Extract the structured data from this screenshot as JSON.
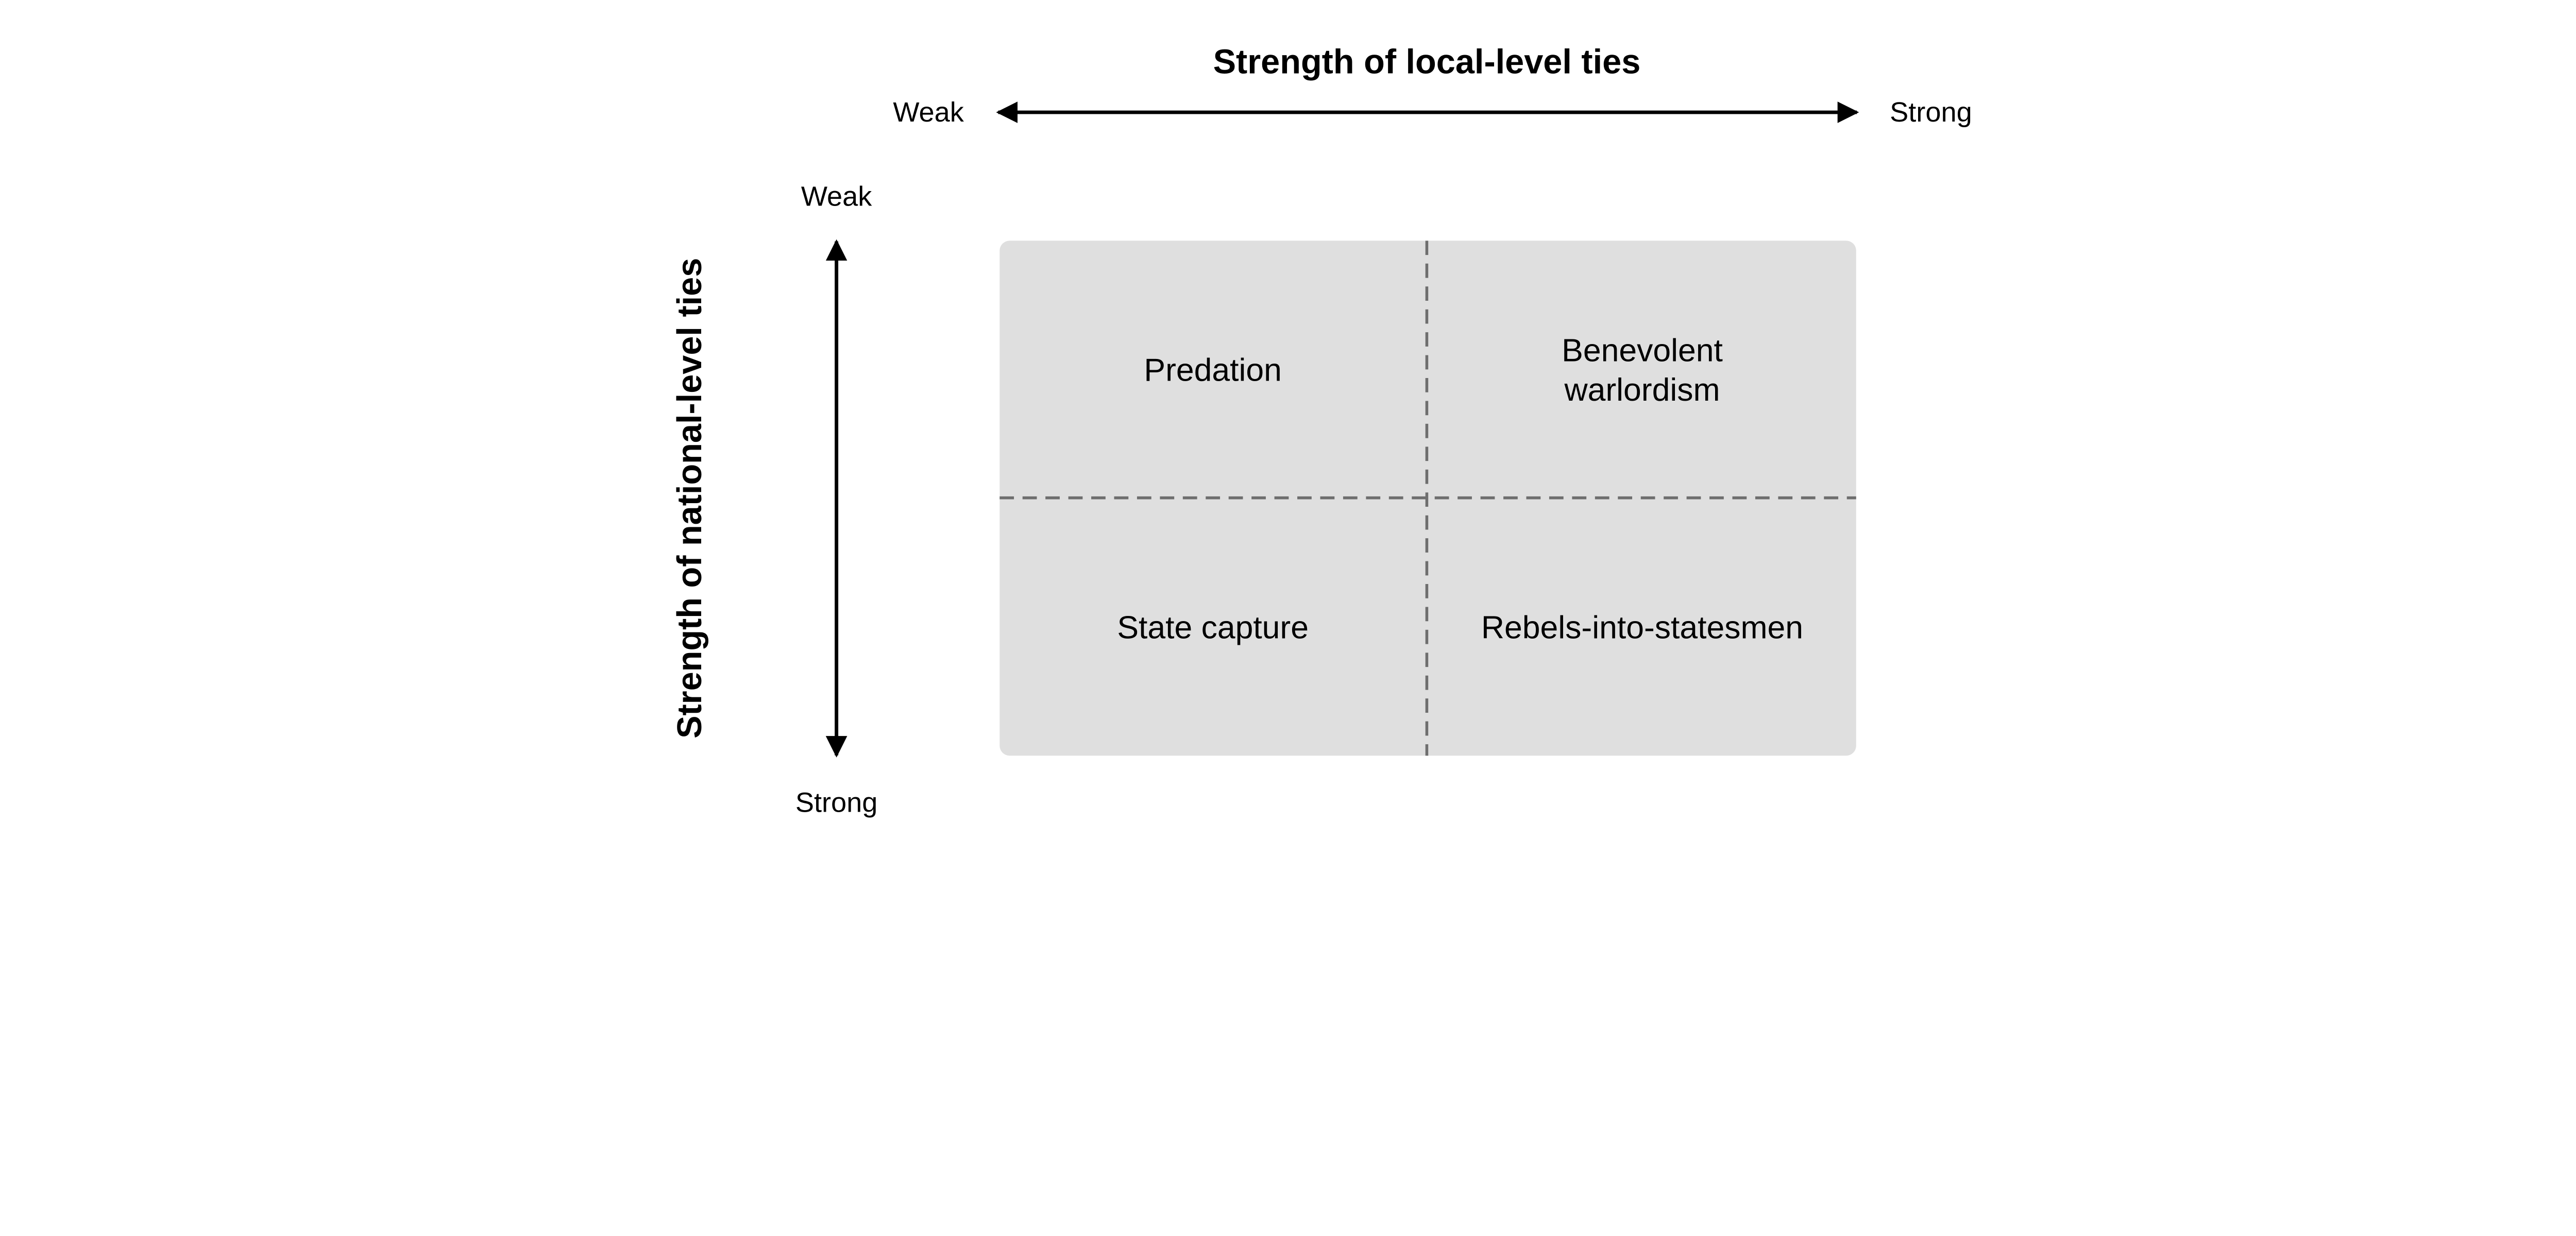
{
  "horizontal_axis": {
    "title": "Strength of local-level ties",
    "start_label": "Weak",
    "end_label": "Strong"
  },
  "vertical_axis": {
    "title": "Strength of national-level ties",
    "start_label": "Weak",
    "end_label": "Strong"
  },
  "quadrants": {
    "top_left": [
      "Predation"
    ],
    "top_right": [
      "Benevolent",
      "warlordism"
    ],
    "bottom_left": [
      "State capture"
    ],
    "bottom_right": [
      "Rebels-into-statesmen"
    ]
  },
  "colors": {
    "box_fill": "#dfdfdf",
    "divider": "#6e6e6e",
    "arrow": "#000000"
  }
}
